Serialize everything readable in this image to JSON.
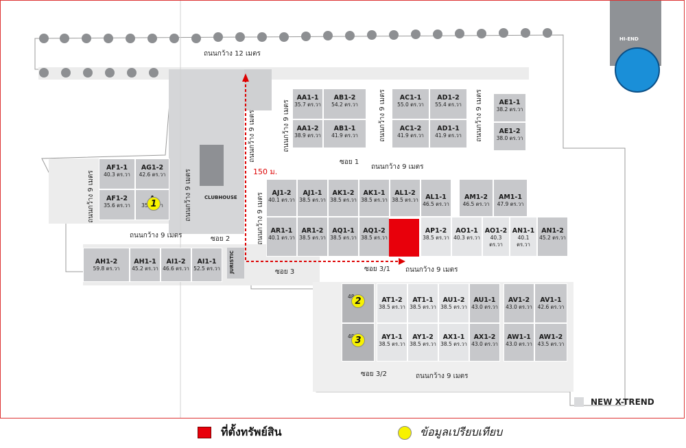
{
  "roads": {
    "road_12m": "ถนนกว้าง 12 เมตร",
    "road_9m": "ถนนกว้าง 9 เมตร",
    "soi_1": "ซอย 1",
    "soi_2": "ซอย 2",
    "soi_3": "ซอย 3",
    "soi_3_1": "ซอย 3/1",
    "soi_3_2": "ซอย 3/2"
  },
  "labels": {
    "clubhouse": "CLUBHOUSE",
    "juristic": "JURISTIC",
    "distance": "150 ม.",
    "new_xtrend": "NEW X-TREND",
    "logo_text": "HI-END"
  },
  "plots": {
    "AA1_1": {
      "id": "AA1-1",
      "area": "35.7 ตร.วา"
    },
    "AB1_2": {
      "id": "AB1-2",
      "area": "54.2 ตร.วา"
    },
    "AA1_2": {
      "id": "AA1-2",
      "area": "38.9 ตร.วา"
    },
    "AB1_1": {
      "id": "AB1-1",
      "area": "41.9 ตร.วา"
    },
    "AC1_1": {
      "id": "AC1-1",
      "area": "55.0 ตร.วา"
    },
    "AD1_2": {
      "id": "AD1-2",
      "area": "55.4 ตร.วา"
    },
    "AC1_2": {
      "id": "AC1-2",
      "area": "41.9 ตร.วา"
    },
    "AD1_1": {
      "id": "AD1-1",
      "area": "41.9 ตร.วา"
    },
    "AE1_1": {
      "id": "AE1-1",
      "area": "38.2 ตร.วา"
    },
    "AE1_2": {
      "id": "AE1-2",
      "area": "38.0 ตร.วา"
    },
    "AF1_1": {
      "id": "AF1-1",
      "area": "40.3 ตร.วา"
    },
    "AG1_2": {
      "id": "AG1-2",
      "area": "42.6 ตร.วา"
    },
    "AF1_2": {
      "id": "AF1-2",
      "area": "35.6 ตร.วา"
    },
    "AG1_1": {
      "id": "A",
      "area": "35 ตร.วา"
    },
    "AJ1_2": {
      "id": "AJ1-2",
      "area": "40.1 ตร.วา"
    },
    "AJ1_1": {
      "id": "AJ1-1",
      "area": "38.5 ตร.วา"
    },
    "AK1_2": {
      "id": "AK1-2",
      "area": "38.5 ตร.วา"
    },
    "AK1_1": {
      "id": "AK1-1",
      "area": "38.5 ตร.วา"
    },
    "AL1_2": {
      "id": "AL1-2",
      "area": "38.5 ตร.วา"
    },
    "AL1_1": {
      "id": "AL1-1",
      "area": "46.5 ตร.วา"
    },
    "AM1_2": {
      "id": "AM1-2",
      "area": "46.5 ตร.วา"
    },
    "AM1_1": {
      "id": "AM1-1",
      "area": "47.9 ตร.วา"
    },
    "AR1_1": {
      "id": "AR1-1",
      "area": "40.1 ตร.วา"
    },
    "AR1_2": {
      "id": "AR1-2",
      "area": "38.5 ตร.วา"
    },
    "AQ1_1": {
      "id": "AQ1-1",
      "area": "38.5 ตร.วา"
    },
    "AQ1_2": {
      "id": "AQ1-2",
      "area": "38.5 ตร.วา"
    },
    "AP1_2": {
      "id": "AP1-2",
      "area": "38.5 ตร.วา"
    },
    "AO1_1": {
      "id": "AO1-1",
      "area": "40.3 ตร.วา"
    },
    "AO1_2": {
      "id": "AO1-2",
      "area": "40.3 ตร.วา"
    },
    "AN1_1": {
      "id": "AN1-1",
      "area": "40.1 ตร.วา"
    },
    "AN1_2": {
      "id": "AN1-2",
      "area": "45.2 ตร.วา"
    },
    "AH1_2": {
      "id": "AH1-2",
      "area": "59.8 ตร.วา"
    },
    "AH1_1": {
      "id": "AH1-1",
      "area": "45.2 ตร.วา"
    },
    "AI1_2": {
      "id": "AI1-2",
      "area": "46.6 ตร.วา"
    },
    "AI1_1": {
      "id": "AI1-1",
      "area": "52.5 ตร.วา"
    },
    "AS_top": {
      "id": "",
      "area": "48"
    },
    "AT1_2": {
      "id": "AT1-2",
      "area": "38.5 ตร.วา"
    },
    "AT1_1": {
      "id": "AT1-1",
      "area": "38.5 ตร.วา"
    },
    "AU1_2": {
      "id": "AU1-2",
      "area": "38.5 ตร.วา"
    },
    "AU1_1": {
      "id": "AU1-1",
      "area": "43.0 ตร.วา"
    },
    "AV1_2": {
      "id": "AV1-2",
      "area": "43.0 ตร.วา"
    },
    "AV1_1": {
      "id": "AV1-1",
      "area": "42.6 ตร.วา"
    },
    "AS_bot": {
      "id": "",
      "area": "48"
    },
    "AY1_1": {
      "id": "AY1-1",
      "area": "38.5 ตร.วา"
    },
    "AY1_2": {
      "id": "AY1-2",
      "area": "38.5 ตร.วา"
    },
    "AX1_1": {
      "id": "AX1-1",
      "area": "38.5 ตร.วา"
    },
    "AX1_2": {
      "id": "AX1-2",
      "area": "43.0 ตร.วา"
    },
    "AW1_1": {
      "id": "AW1-1",
      "area": "43.0 ตร.วา"
    },
    "AW1_2": {
      "id": "AW1-2",
      "area": "43.5 ตร.วา"
    }
  },
  "markers": {
    "m1": "1",
    "m2": "2",
    "m3": "3"
  },
  "legend": {
    "property_location": "ที่ตั้งทรัพย์สิน",
    "comparison_data": "ข้อมูลเปรียบเทียบ",
    "property_color": "#e8000b",
    "comparison_color": "#f7f200"
  }
}
